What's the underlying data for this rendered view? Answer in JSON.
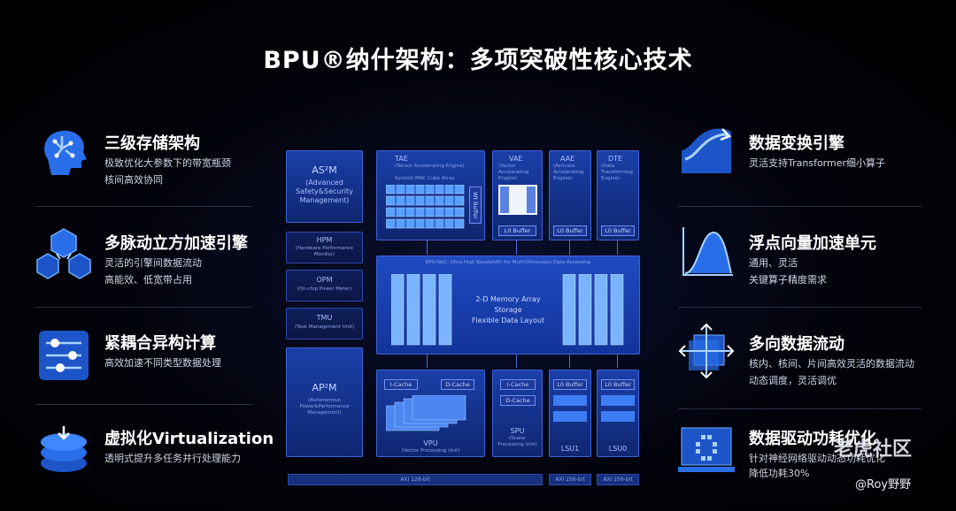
{
  "title": "BPU®纳什架构：多项突破性核心技术",
  "left_features": [
    {
      "icon": "brain-circuit-icon",
      "title": "三级存储架构",
      "lines": [
        "极致优化大参数下的带宽瓶颈",
        "核间高效协同"
      ]
    },
    {
      "icon": "cubes-network-icon",
      "title": "多脉动立方加速引擎",
      "lines": [
        "灵活的引擎间数据流动",
        "高能效、低宽带占用"
      ]
    },
    {
      "icon": "sliders-icon",
      "title": "紧耦合异构计算",
      "lines": [
        "高效加速不同类型数据处理"
      ]
    },
    {
      "icon": "layered-disk-icon",
      "title": "虚拟化Virtualization",
      "lines": [
        "透明式提升多任务并行处理能力"
      ]
    }
  ],
  "right_features": [
    {
      "icon": "curve-transform-icon",
      "title": "数据变换引擎",
      "lines": [
        "灵活支持Transformer细小算子"
      ]
    },
    {
      "icon": "float-curve-icon",
      "title": "浮点向量加速单元",
      "lines": [
        "通用、灵活",
        "关键算子精度需求"
      ]
    },
    {
      "icon": "multi-direction-arrows-icon",
      "title": "多向数据流动",
      "lines": [
        "核内、核间、片间高效灵活的数据流动",
        "动态调度，灵活调优"
      ]
    },
    {
      "icon": "monitor-chip-icon",
      "title": "数据驱动功耗优化",
      "lines": [
        "针对神经网络驱动动态功耗优化",
        "降低功耗30%"
      ]
    }
  ],
  "diagram": {
    "aspm": {
      "title": "AS²M",
      "sub": "(Advanced Safety&Security Management)"
    },
    "hpm": {
      "title": "HPM",
      "sub": "(Hardware Performance Monitor)"
    },
    "opm": {
      "title": "OPM",
      "sub": "(On-chip Power Meter)"
    },
    "tmu": {
      "title": "TMU",
      "sub": "(Task Management Unit)"
    },
    "ap2m": {
      "title": "AP²M",
      "sub": "(Autonomous Power&Performance Management)"
    },
    "tae": {
      "title": "TAE",
      "sub": "(Tensor Accelerating Engine)",
      "inner": "Systolic MAC Cube Array",
      "wbuf": "Wt Buffer"
    },
    "vae": {
      "title": "VAE",
      "sub": "(Vector Accelerating Engine)",
      "buf": "L0 Buffer"
    },
    "aae": {
      "title": "AAE",
      "sub": "(Activate Accelerating Engine)",
      "buf": "L0 Buffer"
    },
    "dte": {
      "title": "DTE",
      "sub": "(Data Transforming Engine)",
      "buf": "L0 Buffer"
    },
    "noc": {
      "header": "BPU-NoC: Ultra High Bandwidth for Multi-Dimension Data Accessing",
      "l1": "2-D Memory Array",
      "l2": "Storage",
      "l3": "Flexible Data Layout"
    },
    "vpu": {
      "title": "VPU",
      "sub": "(Vector Processing Unit)",
      "ic": "I-Cache",
      "dc": "D-Cache"
    },
    "spu": {
      "title": "SPU",
      "sub": "(Scalar Processing Unit)",
      "ic": "I-Cache",
      "dc": "D-Cache"
    },
    "lsu1": {
      "title": "LSU1",
      "buf": "L0 Buffer"
    },
    "lsu0": {
      "title": "LSU0",
      "buf": "L0 Buffer"
    },
    "axi_main": "AXI 128-bit",
    "axi_a": "AXI 256-bit",
    "axi_b": "AXI 256-bit"
  },
  "watermark": {
    "brand": "老虎社区",
    "handle": "@Roy野野"
  },
  "colors": {
    "accent": "#3d63d8",
    "bg": "#000000"
  }
}
